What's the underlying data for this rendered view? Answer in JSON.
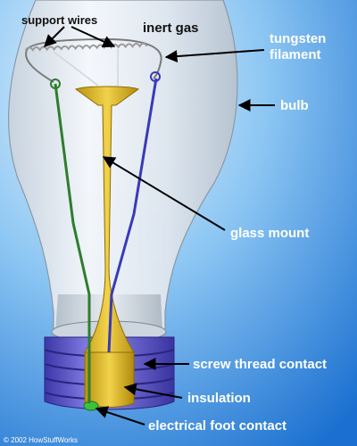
{
  "labels": {
    "support_wires": "support wires",
    "inert_gas": "inert gas",
    "tungsten_line1": "tungsten",
    "tungsten_line2": "filament",
    "bulb": "bulb",
    "glass_mount": "glass mount",
    "screw_thread_contact": "screw thread contact",
    "insulation": "insulation",
    "electrical_foot_contact": "electrical foot contact"
  },
  "copyright": "© 2002 HowStuffWorks",
  "colors": {
    "background_light": "#d6ecfb",
    "background_dark": "#1a6fd0",
    "glass": "#eef3f8",
    "mount": "#e6c12a",
    "lead_wire_left": "#2e7d2e",
    "lead_wire_right": "#3a3ab8",
    "screw_base": "#6a63d6",
    "foot_contact": "#3bc23b",
    "arrow": "#000000"
  }
}
